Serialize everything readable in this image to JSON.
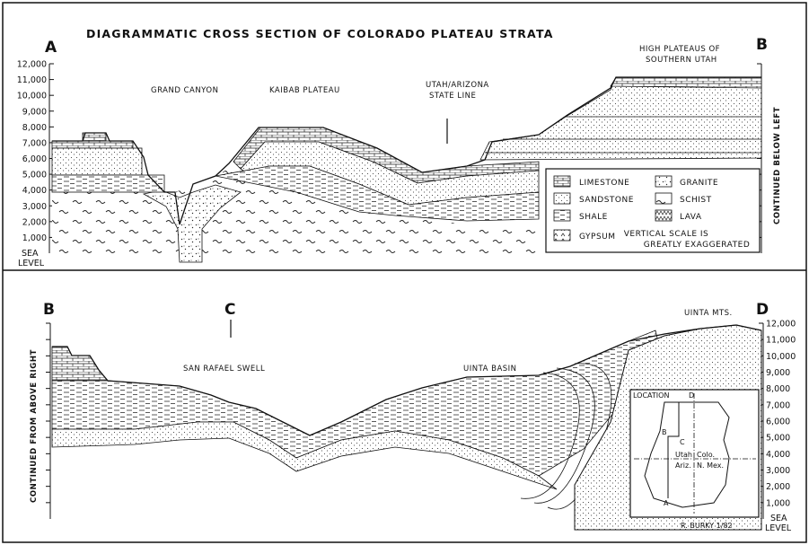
{
  "title": "DIAGRAMMATIC CROSS SECTION OF COLORADO PLATEAU STRATA",
  "points": {
    "a": "A",
    "b_top": "B",
    "b_bottom": "B",
    "c": "C",
    "d": "D"
  },
  "top_labels": {
    "grand_canyon": "GRAND CANYON",
    "kaibab": "KAIBAB PLATEAU",
    "state_line_1": "UTAH/ARIZONA",
    "state_line_2": "STATE LINE",
    "high_plateaus_1": "HIGH PLATEAUS OF",
    "high_plateaus_2": "SOUTHERN UTAH"
  },
  "bottom_labels": {
    "san_rafael": "SAN RAFAEL SWELL",
    "uinta_basin": "UINTA BASIN",
    "uinta_mts": "UINTA MTS."
  },
  "continued_right": "CONTINUED BELOW LEFT",
  "continued_left": "CONTINUED FROM ABOVE RIGHT",
  "elevation_ticks": [
    "12,000",
    "11,000",
    "10,000",
    "9,000",
    "8,000",
    "7,000",
    "6,000",
    "5,000",
    "4,000",
    "3,000",
    "2,000",
    "1,000"
  ],
  "sea_level_1": "SEA",
  "sea_level_2": "LEVEL",
  "legend": {
    "limestone": "LIMESTONE",
    "sandstone": "SANDSTONE",
    "shale": "SHALE",
    "gypsum": "GYPSUM",
    "granite": "GRANITE",
    "schist": "SCHIST",
    "lava": "LAVA",
    "note_1": "VERTICAL SCALE IS",
    "note_2": "GREATLY EXAGGERATED"
  },
  "location_map": {
    "title": "LOCATION",
    "d": "D",
    "b": "B",
    "c": "C",
    "a": "A",
    "utah": "Utah",
    "colo": "Colo.",
    "ariz": "Ariz.",
    "nmex": "N. Mex."
  },
  "credit": "R. BURKY  1/82"
}
